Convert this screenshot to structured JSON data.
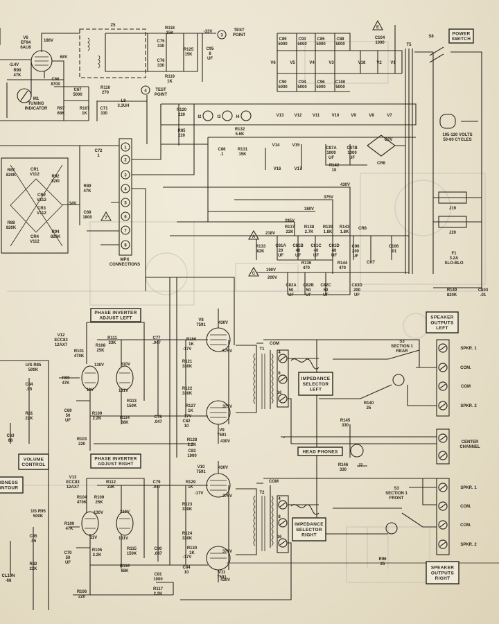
{
  "components": {
    "V6": [
      "V6",
      "EF94",
      "6AU6"
    ],
    "v6_186": [
      "186V"
    ],
    "v6_68": [
      "68V"
    ],
    "v6_n34": [
      "-3.4V"
    ],
    "R90": [
      "R90",
      "47K"
    ],
    "Z5": [
      "Z5"
    ],
    "R118": [
      "R118",
      "15K"
    ],
    "tp3_v": [
      "-33V"
    ],
    "TP3": [
      "TEST",
      "POINT"
    ],
    "C75": [
      "C75",
      "330"
    ],
    "C76": [
      "C76",
      "330"
    ],
    "R125": [
      "R125",
      "15K"
    ],
    "C95": [
      "C95",
      "8",
      "UF"
    ],
    "R119": [
      "R119",
      "1K"
    ],
    "C66": [
      "C66",
      "8700"
    ],
    "C67": [
      "C67",
      "5000"
    ],
    "R110": [
      "R110",
      "270"
    ],
    "TP4": [
      "TEST",
      "POINT"
    ],
    "L8": [
      "L8",
      "3.3UH"
    ],
    "C71": [
      "C71",
      "330"
    ],
    "R107": [
      "R107",
      "1K"
    ],
    "R97": [
      "R97",
      "68K"
    ],
    "M1": [
      "M1",
      "TUNING",
      "INDICATOR"
    ],
    "R120": [
      "R120",
      "220"
    ],
    "R85t": [
      "R85",
      "220"
    ],
    "I2": [
      "I2"
    ],
    "I3": [
      "I3"
    ],
    "I4": [
      "I4"
    ],
    "R132": [
      "R132",
      "5.6K"
    ],
    "C86": [
      "C86",
      ".1"
    ],
    "R131": [
      "R131",
      "15K"
    ],
    "C72": [
      "C72",
      "1"
    ],
    "C89": [
      "C89",
      "5000"
    ],
    "C93": [
      "C93",
      "5000"
    ],
    "C85t": [
      "C85",
      "5000"
    ],
    "C88": [
      "C88",
      "5000"
    ],
    "V6h": [
      "V6"
    ],
    "V5": [
      "V5"
    ],
    "V4": [
      "V4"
    ],
    "V3": [
      "V3"
    ],
    "C90": [
      "C90",
      "5000"
    ],
    "C94": [
      "C94",
      "5000"
    ],
    "C96h": [
      "C96",
      "5000"
    ],
    "C100": [
      "C100",
      "5000"
    ],
    "V18": [
      "V18"
    ],
    "V2": [
      "V2"
    ],
    "V1": [
      "V1"
    ],
    "C104": [
      "C104",
      "1000"
    ],
    "T5": [
      "T5"
    ],
    "S8": [
      "S8"
    ],
    "V13h": [
      "V13"
    ],
    "V12h": [
      "V12"
    ],
    "V11h": [
      "V11"
    ],
    "V10h": [
      "V10"
    ],
    "V9h": [
      "V9"
    ],
    "V8h": [
      "V8"
    ],
    "V7": [
      "V7"
    ],
    "volts": [
      "105-120 VOLTS",
      "50-60 CYCLES"
    ],
    "V14": [
      "V14"
    ],
    "V15": [
      "V15"
    ],
    "V16": [
      "V16"
    ],
    "V17": [
      "V17"
    ],
    "C87A": [
      "C87A",
      "1000",
      "UF"
    ],
    "C87B": [
      "C87B",
      "1000",
      "UF"
    ],
    "R142": [
      "R142",
      "10"
    ],
    "n22": [
      "-22V"
    ],
    "CR6": [
      "CR6"
    ],
    "J19": [
      "J19"
    ],
    "J20": [
      "J20"
    ],
    "b430": [
      "430V"
    ],
    "b375": [
      "375V"
    ],
    "b380": [
      "380V"
    ],
    "b295": [
      "295V"
    ],
    "b218": [
      "218V"
    ],
    "R137": [
      "R137",
      "22K"
    ],
    "R138": [
      "R138",
      "2.7K"
    ],
    "R139": [
      "R139",
      "1.8K"
    ],
    "R143": [
      "R143",
      "1.8K"
    ],
    "CR8": [
      "CR8"
    ],
    "C81A": [
      "C81A",
      "20",
      "UF"
    ],
    "C81B": [
      "C81B",
      "40",
      "UF"
    ],
    "C81C": [
      "C81C",
      "40",
      "UF"
    ],
    "C81D": [
      "C81D",
      "40",
      "UF"
    ],
    "C96": [
      "C96",
      "200",
      "UF"
    ],
    "CR7": [
      "CR7"
    ],
    "C106": [
      "C106",
      ".01"
    ],
    "R133": [
      "R133",
      "82K"
    ],
    "b190": [
      "190V"
    ],
    "b200": [
      "200V"
    ],
    "R136": [
      "R136",
      "470"
    ],
    "R144": [
      "R144",
      "470"
    ],
    "C82A": [
      "C82A",
      "50",
      "UF"
    ],
    "C82B": [
      "C82B",
      "50",
      "UF"
    ],
    "C82C": [
      "C82C",
      "50",
      "UF"
    ],
    "C83D": [
      "C83D",
      "200",
      "UF"
    ],
    "F1": [
      "F1",
      "3.2A",
      "SLO-BLO"
    ],
    "R149": [
      "R149",
      "820K"
    ],
    "C103": [
      "C103",
      ".01"
    ],
    "MPX": [
      "MPX",
      "CONNECTIONS"
    ],
    "CR1": [
      "CR1",
      "V112"
    ],
    "R87": [
      "R87",
      "820K"
    ],
    "R92": [
      "R92",
      "820I"
    ],
    "CR2": [
      "CR2",
      "V112"
    ],
    "CR3": [
      "CR3",
      "V112"
    ],
    "R88": [
      "R88",
      "820K"
    ],
    "R94": [
      "R94",
      "820K"
    ],
    "CR4": [
      "CR4",
      "V112"
    ],
    "R89": [
      "R89",
      "47K"
    ],
    "C68": [
      "C68",
      "1800"
    ],
    "v34": [
      "34V"
    ],
    "V12": [
      "V12",
      "ECC83",
      "12AX7"
    ],
    "R101": [
      "R101",
      "470K"
    ],
    "R108": [
      "R108",
      "25K"
    ],
    "R111": [
      "R111",
      "33K"
    ],
    "l130": [
      "130V"
    ],
    "l310": [
      "310V"
    ],
    "C77": [
      "C77",
      ".047"
    ],
    "R166": [
      "R166",
      "1K"
    ],
    "V8": [
      "V8",
      "7591"
    ],
    "v8_430": [
      "430V"
    ],
    "v8_n17": [
      "-17V"
    ],
    "v8_375": [
      "375V"
    ],
    "R121": [
      "R121",
      "330K"
    ],
    "R122": [
      "R122",
      "330K"
    ],
    "R127": [
      "R127",
      "1K"
    ],
    "C82": [
      "C82",
      "10"
    ],
    "v9_375": [
      "375V"
    ],
    "v9_n17": [
      "-17V"
    ],
    "C78": [
      "C78",
      ".047"
    ],
    "R113": [
      "R113",
      "150K"
    ],
    "R114": [
      "R114",
      "68K"
    ],
    "R109L": [
      "R109",
      "2.2K"
    ],
    "C69": [
      "C69",
      "50",
      "UF"
    ],
    "l11": [
      "11V"
    ],
    "l131": [
      "131V"
    ],
    "V9": [
      "V9",
      "7591"
    ],
    "v9_430": [
      "430V"
    ],
    "R103": [
      "R103",
      "220"
    ],
    "R128": [
      "R128",
      "2.2K"
    ],
    "C83": [
      "C83",
      "1000"
    ],
    "R85": [
      "U/S R85",
      "500K"
    ],
    "R99": [
      "R99",
      "47K"
    ],
    "C84": [
      "C84",
      ".05"
    ],
    "R81": [
      "R81",
      "22K"
    ],
    "C63": [
      "C63",
      "68"
    ],
    "V10": [
      "V10",
      "7591"
    ],
    "v10_430": [
      "430V"
    ],
    "V13": [
      "V13",
      "ECC83",
      "12AX7"
    ],
    "R104": [
      "R104",
      "470K"
    ],
    "R109R": [
      "R109",
      "25K"
    ],
    "R112": [
      "R112",
      "33K"
    ],
    "r130": [
      "130V"
    ],
    "r310": [
      "310V"
    ],
    "C79": [
      "C79",
      ".047"
    ],
    "R129": [
      "R129",
      "1K"
    ],
    "v10_n17": [
      "-17V"
    ],
    "v10_375": [
      "375V"
    ],
    "R123": [
      "R123",
      "330K"
    ],
    "R124": [
      "R124",
      "330K"
    ],
    "R130": [
      "R130",
      "1K"
    ],
    "C84R": [
      "C84",
      "10"
    ],
    "v11_n17": [
      "-17V"
    ],
    "v11_375": [
      "375V"
    ],
    "R100": [
      "R100",
      "47K"
    ],
    "R95": [
      "1/S R95",
      "500K"
    ],
    "C85": [
      "C85",
      ".05"
    ],
    "R82": [
      "R82",
      "22K"
    ],
    "r11": [
      "11V"
    ],
    "r131": [
      "131V"
    ],
    "C70": [
      "C70",
      "50",
      "UF"
    ],
    "R105": [
      "R105",
      "2.2K"
    ],
    "R115": [
      "R115",
      "150K"
    ],
    "R116": [
      "R116",
      "68K"
    ],
    "C80": [
      "C80",
      ".047"
    ],
    "C81": [
      "C81",
      "1000"
    ],
    "R117": [
      "R117",
      "2.2K"
    ],
    "R106": [
      "R106",
      "220"
    ],
    "V11": [
      "V11",
      "7591"
    ],
    "v11_430": [
      "430V"
    ],
    "CL": [
      "CL10N",
      "-68"
    ],
    "T1": [
      "T1"
    ],
    "comL": [
      "COM"
    ],
    "S3L": [
      "S3",
      "SECTION 1",
      "REAR"
    ],
    "R140": [
      "R140",
      "25"
    ],
    "R145": [
      "R145",
      "330"
    ],
    "J7": [
      "J7"
    ],
    "R146": [
      "R146",
      "330"
    ],
    "T2": [
      "T2"
    ],
    "comR": [
      "COM"
    ],
    "S3R": [
      "S3",
      "SECTION 1",
      "FRONT"
    ],
    "R96": [
      "R96",
      "25"
    ],
    "spkL1": [
      "SPKR. 1"
    ],
    "spkLc1": [
      "COM."
    ],
    "spkLc2": [
      "COM"
    ],
    "spkL2": [
      "SPKR. 2"
    ],
    "center": [
      "CENTER",
      "CHANNEL"
    ],
    "spkR1": [
      "SPKR. 1"
    ],
    "spkRc1": [
      "COM."
    ],
    "spkRc2": [
      "COM."
    ],
    "spkR2": [
      "SPKR. 2"
    ]
  },
  "boxes": {
    "power_switch": [
      "POWER",
      "SWITCH"
    ],
    "phase_left": [
      "PHASE INVERTER",
      "ADJUST   LEFT"
    ],
    "phase_right": [
      "PHASE INVERTER",
      "ADJUST   RIGHT"
    ],
    "volume": [
      "VOLUME",
      "CONTROL"
    ],
    "loudness": [
      "UDNESS",
      "ONTOUR"
    ],
    "imp_left": [
      "IMPEDANCE",
      "SELECTOR",
      "LEFT"
    ],
    "imp_right": [
      "IMPEDANCE",
      "SELECTOR",
      "RIGHT"
    ],
    "head_phones": [
      "HEAD PHONES"
    ],
    "spk_left": [
      "SPEAKER",
      "OUTPUTS",
      "LEFT"
    ],
    "spk_right": [
      "SPEAKER",
      "OUTPUTS",
      "RIGHT"
    ]
  },
  "test_points": [
    "3",
    "4"
  ],
  "mpx_pins": [
    "1",
    "2",
    "3",
    "4",
    "5",
    "6",
    "7",
    "8"
  ],
  "tap_labels": [
    "4",
    "8",
    "16"
  ],
  "markers": {
    "A": "A",
    "C": "C",
    "E": "E",
    "seven": "7"
  }
}
